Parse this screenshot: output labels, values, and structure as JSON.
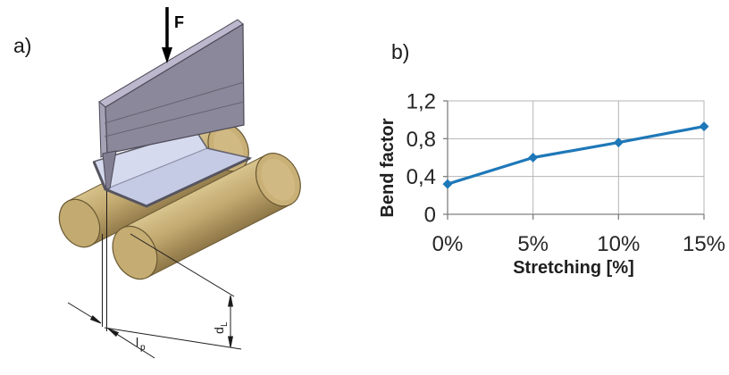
{
  "figure": {
    "panel_a": {
      "label": "a)",
      "force_label": "F",
      "dim_punch_distance": {
        "base": "l",
        "sub": "p"
      },
      "dim_roller_diameter": {
        "base": "d",
        "sub": "L"
      },
      "colors": {
        "roller": "#c2a96f",
        "roller_shadow": "#8e7647",
        "roller_highlight": "#d8c48e",
        "sheet_left": "#d6daee",
        "sheet_right": "#c6cbe5",
        "punch_face": "#8b889c",
        "punch_top": "#bcb7cd",
        "outline": "#4c4a56"
      }
    },
    "panel_b": {
      "label": "b)"
    }
  },
  "chart_data": {
    "type": "line",
    "title": "",
    "xlabel": "Stretching [%]",
    "ylabel": "Bend factor",
    "categories": [
      "0%",
      "5%",
      "10%",
      "15%"
    ],
    "x_values_percent": [
      0,
      5,
      10,
      15
    ],
    "series": [
      {
        "name": "Bend factor",
        "values": [
          0.32,
          0.6,
          0.76,
          0.93
        ]
      }
    ],
    "ylim": [
      0,
      1.2
    ],
    "ytick_labels": [
      "0",
      "0,4",
      "0,8",
      "1,2"
    ],
    "ytick_values": [
      0,
      0.4,
      0.8,
      1.2
    ],
    "grid": true,
    "legend": "none",
    "marker": "diamond",
    "line_color": "#1e78b8",
    "grid_color": "#b5b5b5",
    "axis_color": "#7f7f7f",
    "tick_text_color": "#262626"
  }
}
